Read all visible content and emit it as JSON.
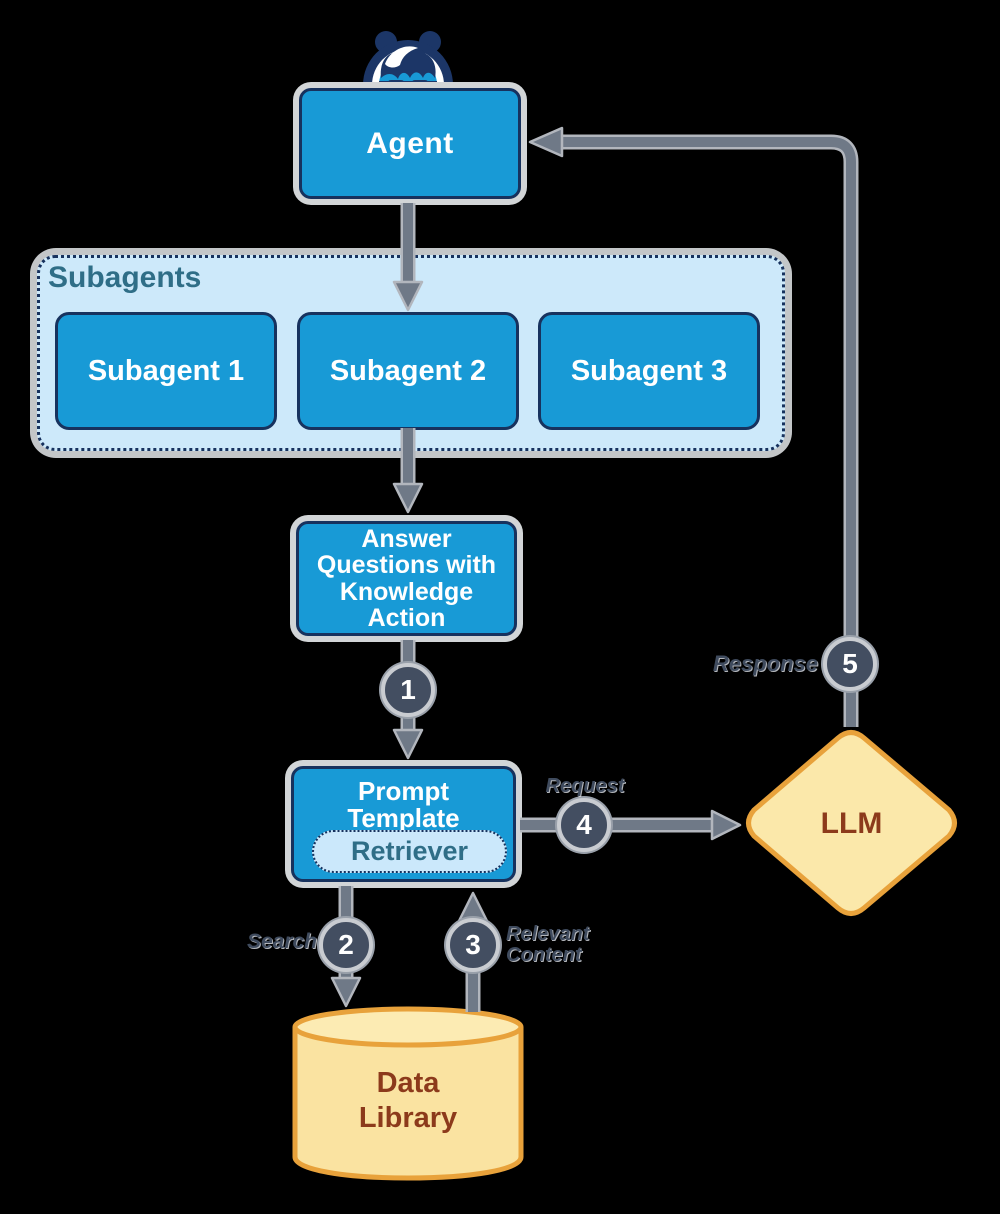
{
  "agent": {
    "label": "Agent",
    "icon": "agent-mascot"
  },
  "subagents": {
    "title": "Subagents",
    "items": [
      {
        "label": "Subagent 1"
      },
      {
        "label": "Subagent 2"
      },
      {
        "label": "Subagent 3"
      }
    ]
  },
  "answer_action": {
    "lines": [
      "Answer",
      "Questions with",
      "Knowledge",
      "Action"
    ]
  },
  "prompt_template": {
    "lines": [
      "Prompt",
      "Template"
    ],
    "retriever_label": "Retriever"
  },
  "llm": {
    "label": "LLM"
  },
  "data_library": {
    "lines": [
      "Data",
      "Library"
    ]
  },
  "steps": [
    {
      "number": "1",
      "label": ""
    },
    {
      "number": "2",
      "label": "Search"
    },
    {
      "number": "3",
      "label": "Relevant Content"
    },
    {
      "number": "4",
      "label": "Request"
    },
    {
      "number": "5",
      "label": "Response"
    }
  ],
  "colors": {
    "node_blue": "#189AD6",
    "border_navy": "#17325E",
    "container_light_blue": "#CDE9FA",
    "retriever_pill_blue": "#CBE8FB",
    "heading_teal": "#2F6E87",
    "arrow_gray": "#6F7987",
    "badge_dark_slate": "#434E61",
    "diamond_yellow": "#FBE8AA",
    "shape_border_orange": "#E8A23B",
    "shape_text_brown": "#8C3A1B"
  }
}
